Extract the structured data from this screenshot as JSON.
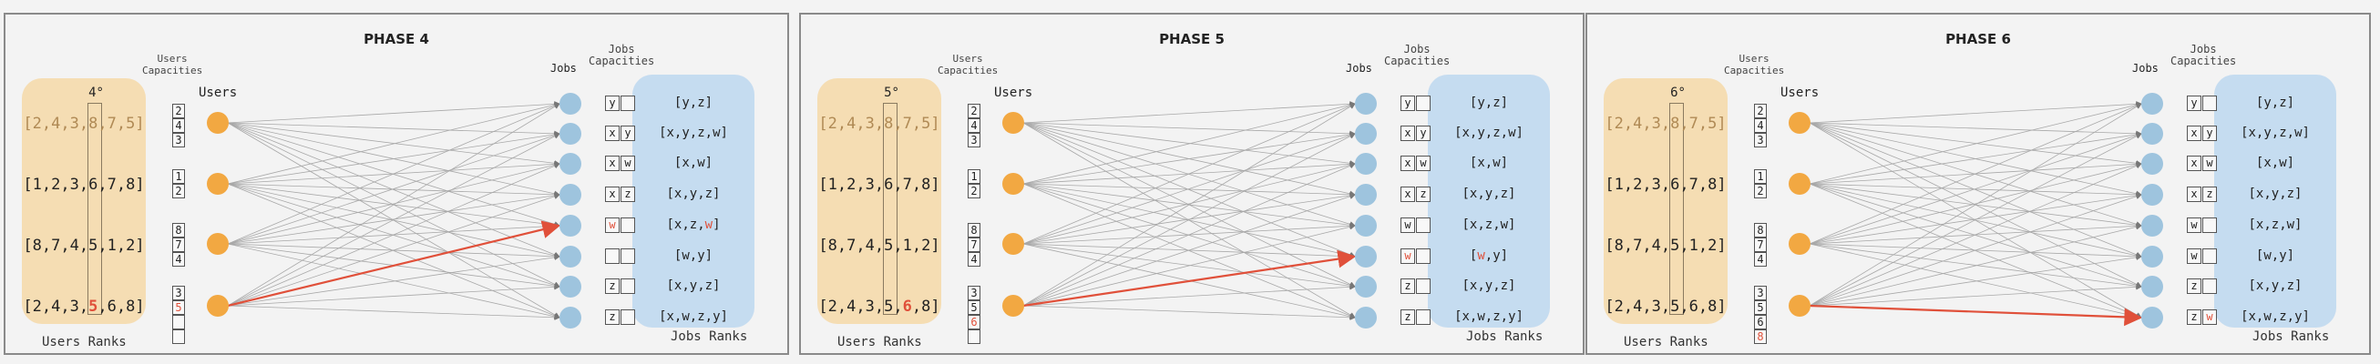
{
  "colors": {
    "user_node": "#f2a842",
    "job_node": "#9ec4de",
    "edge": "#a8a8a8",
    "highlight": "#e0503a",
    "users_bg": "#f5ddb3",
    "jobs_bg": "#c5dcf0"
  },
  "panels": [
    {
      "title": "PHASE 4",
      "round_marker": "4°",
      "user_ranks": [
        [
          "2",
          ",",
          "4",
          ",",
          "3",
          ",",
          "8",
          ",",
          "7",
          ",",
          "5"
        ],
        [
          "1",
          ",",
          "2",
          ",",
          "3",
          ",",
          "6",
          ",",
          "7",
          ",",
          "8"
        ],
        [
          "8",
          ",",
          "7",
          ",",
          "4",
          ",",
          "5",
          ",",
          "1",
          ",",
          "2"
        ],
        [
          "2",
          ",",
          "4",
          ",",
          "3",
          ",",
          "5",
          ",",
          "6",
          ",",
          "8"
        ]
      ],
      "highlight_user_index": 3,
      "highlight_char_index": 6,
      "dim_first_row": true,
      "user_caps": [
        [
          "2",
          "4",
          "3"
        ],
        [
          "1",
          "2"
        ],
        [
          "8",
          "7",
          "4"
        ],
        [
          "3",
          "5",
          "",
          ""
        ]
      ],
      "red_cap": [
        3,
        1
      ],
      "job_caps": [
        [
          "y",
          ""
        ],
        [
          "x",
          "y"
        ],
        [
          "x",
          "w"
        ],
        [
          "x",
          "z"
        ],
        [
          "w",
          ""
        ],
        [
          "",
          ""
        ],
        [
          "z",
          ""
        ],
        [
          "z",
          ""
        ]
      ],
      "red_jcap": [
        4,
        0
      ],
      "job_ranks": [
        [
          "[y,z]"
        ],
        [
          "[x,y,z,w]"
        ],
        [
          "[x,w]"
        ],
        [
          "[x,y,z]"
        ],
        [
          "[x,z,",
          "w",
          "]"
        ],
        [
          "[w,y]"
        ],
        [
          "[x,y,z]"
        ],
        [
          "[x,w,z,y]"
        ]
      ],
      "red_jrank": 4,
      "arrow": [
        3,
        4
      ]
    },
    {
      "title": "PHASE 5",
      "round_marker": "5°",
      "user_ranks": [
        [
          "2",
          ",",
          "4",
          ",",
          "3",
          ",",
          "8",
          ",",
          "7",
          ",",
          "5"
        ],
        [
          "1",
          ",",
          "2",
          ",",
          "3",
          ",",
          "6",
          ",",
          "7",
          ",",
          "8"
        ],
        [
          "8",
          ",",
          "7",
          ",",
          "4",
          ",",
          "5",
          ",",
          "1",
          ",",
          "2"
        ],
        [
          "2",
          ",",
          "4",
          ",",
          "3",
          ",",
          "5",
          ",",
          "6",
          ",",
          "8"
        ]
      ],
      "highlight_user_index": 3,
      "highlight_char_index": 8,
      "dim_first_row": true,
      "user_caps": [
        [
          "2",
          "4",
          "3"
        ],
        [
          "1",
          "2"
        ],
        [
          "8",
          "7",
          "4"
        ],
        [
          "3",
          "5",
          "6",
          ""
        ]
      ],
      "red_cap": [
        3,
        2
      ],
      "job_caps": [
        [
          "y",
          ""
        ],
        [
          "x",
          "y"
        ],
        [
          "x",
          "w"
        ],
        [
          "x",
          "z"
        ],
        [
          "w",
          ""
        ],
        [
          "w",
          ""
        ],
        [
          "z",
          ""
        ],
        [
          "z",
          ""
        ]
      ],
      "red_jcap": [
        5,
        0
      ],
      "job_ranks": [
        [
          "[y,z]"
        ],
        [
          "[x,y,z,w]"
        ],
        [
          "[x,w]"
        ],
        [
          "[x,y,z]"
        ],
        [
          "[x,z,w]"
        ],
        [
          "[",
          "w",
          ",y]"
        ],
        [
          "[x,y,z]"
        ],
        [
          "[x,w,z,y]"
        ]
      ],
      "red_jrank": 5,
      "arrow": [
        3,
        5
      ]
    },
    {
      "title": "PHASE 6",
      "round_marker": "6°",
      "user_ranks": [
        [
          "2",
          ",",
          "4",
          ",",
          "3",
          ",",
          "8",
          ",",
          "7",
          ",",
          "5"
        ],
        [
          "1",
          ",",
          "2",
          ",",
          "3",
          ",",
          "6",
          ",",
          "7",
          ",",
          "8"
        ],
        [
          "8",
          ",",
          "7",
          ",",
          "4",
          ",",
          "5",
          ",",
          "1",
          ",",
          "2"
        ],
        [
          "2",
          ",",
          "4",
          ",",
          "3",
          ",",
          "5",
          ",",
          "6",
          ",",
          "8"
        ]
      ],
      "highlight_user_index": -1,
      "highlight_char_index": -1,
      "dim_first_row": true,
      "user_caps": [
        [
          "2",
          "4",
          "3"
        ],
        [
          "1",
          "2"
        ],
        [
          "8",
          "7",
          "4"
        ],
        [
          "3",
          "5",
          "6",
          "8"
        ]
      ],
      "red_cap": [
        3,
        3
      ],
      "job_caps": [
        [
          "y",
          ""
        ],
        [
          "x",
          "y"
        ],
        [
          "x",
          "w"
        ],
        [
          "x",
          "z"
        ],
        [
          "w",
          ""
        ],
        [
          "w",
          ""
        ],
        [
          "z",
          ""
        ],
        [
          "z",
          "w"
        ]
      ],
      "red_jcap": [
        7,
        1
      ],
      "job_ranks": [
        [
          "[y,z]"
        ],
        [
          "[x,y,z,w]"
        ],
        [
          "[x,w]"
        ],
        [
          "[x,y,z]"
        ],
        [
          "[x,z,w]"
        ],
        [
          "[w,y]"
        ],
        [
          "[x,y,z]"
        ],
        [
          "[x,w,z,y]"
        ]
      ],
      "red_jrank": -1,
      "arrow": [
        3,
        7
      ]
    }
  ],
  "labels": {
    "users": "Users",
    "users_capacities": "Users\nCapacities",
    "jobs": "Jobs",
    "jobs_capacities": "Jobs\nCapacities",
    "users_ranks": "Users Ranks",
    "jobs_ranks": "Jobs Ranks"
  }
}
